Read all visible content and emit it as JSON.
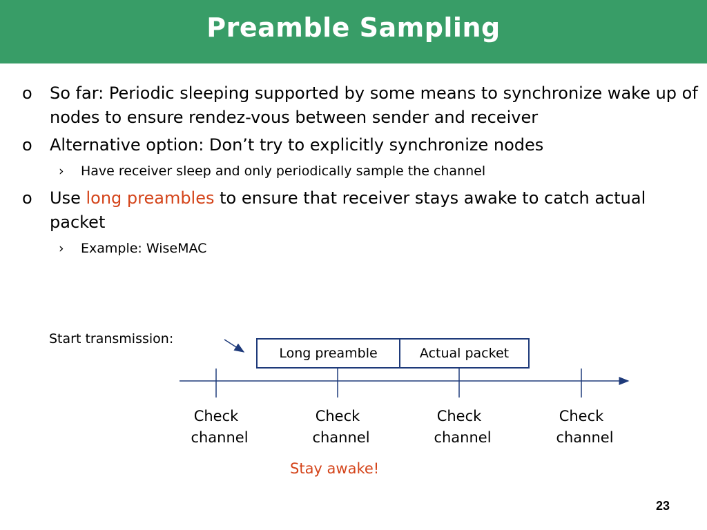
{
  "title": "Preamble Sampling",
  "bullets": {
    "b1": {
      "marker": "o",
      "text": "So far: Periodic sleeping supported by some means to synchronize wake up of nodes to ensure rendez-vous between sender and receiver"
    },
    "b2": {
      "marker": "o",
      "text": "Alternative option: Don’t try to explicitly synchronize nodes"
    },
    "b2_sub": {
      "marker": "›",
      "text": "Have receiver sleep and only periodically sample the channel"
    },
    "b3": {
      "marker": "o",
      "text_before": "Use ",
      "highlight": "long preambles",
      "text_after": " to ensure that receiver stays awake to catch actual packet"
    },
    "b3_sub": {
      "marker": "›",
      "text": "Example: WiseMAC"
    }
  },
  "diagram": {
    "start_label": "Start transmission:",
    "preamble_label": "Long preamble",
    "packet_label": "Actual packet",
    "check_line1": "Check",
    "check_line2": "channel",
    "stay_awake": "Stay awake!"
  },
  "page_number": "23",
  "colors": {
    "title_bar": "#389d67",
    "highlight": "#d4441a",
    "box_border": "#1e3a7a",
    "timeline": "#1e3a7a"
  }
}
